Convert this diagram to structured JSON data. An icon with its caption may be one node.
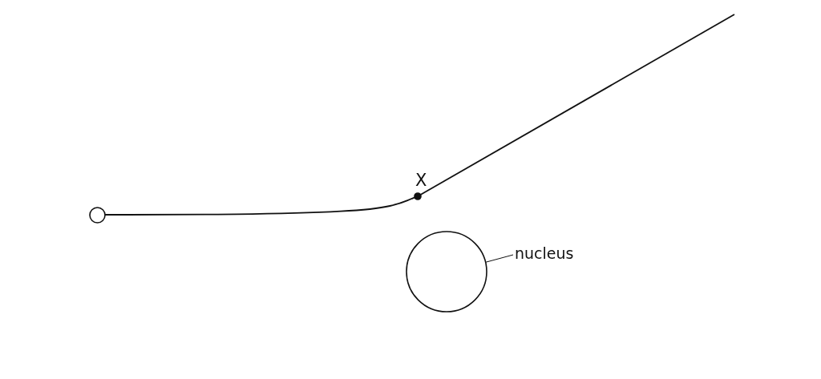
{
  "diagram": {
    "nodes": [
      {
        "text": [],
        "shape": "circle"
      },
      {
        "text": [],
        "shape": "circle",
        "beside": [
          "X"
        ]
      },
      {
        "text": [],
        "shape": "circle"
      },
      {
        "text": [
          "nucleus"
        ]
      }
    ],
    "edges": [
      {
        "from": 0,
        "to": 1,
        "arrow": "none"
      },
      {
        "from": 1,
        "to": null,
        "arrow": "none"
      },
      {
        "from": 3,
        "to": 2,
        "arrow": "none"
      }
    ]
  }
}
